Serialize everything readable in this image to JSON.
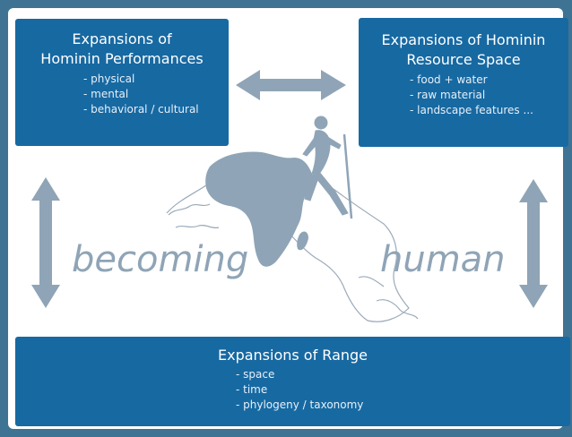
{
  "boxes": {
    "performances": {
      "title_line1": "Expansions of",
      "title_line2": "Hominin Performances",
      "items": [
        "- physical",
        "- mental",
        "- behavioral / cultural"
      ]
    },
    "resource_space": {
      "title_line1": "Expansions of Hominin",
      "title_line2": "Resource Space",
      "items": [
        "- food + water",
        "- raw material",
        "- landscape features ..."
      ]
    },
    "range": {
      "title": "Expansions of Range",
      "items": [
        "- space",
        "- time",
        "- phylogeny / taxonomy"
      ]
    }
  },
  "center": {
    "word_left": "becoming",
    "word_right": "human"
  },
  "colors": {
    "background": "#3f7394",
    "box_fill": "#1769a2",
    "arrow_fill": "#8fa4b6",
    "map_fill": "#8fa4b6"
  }
}
